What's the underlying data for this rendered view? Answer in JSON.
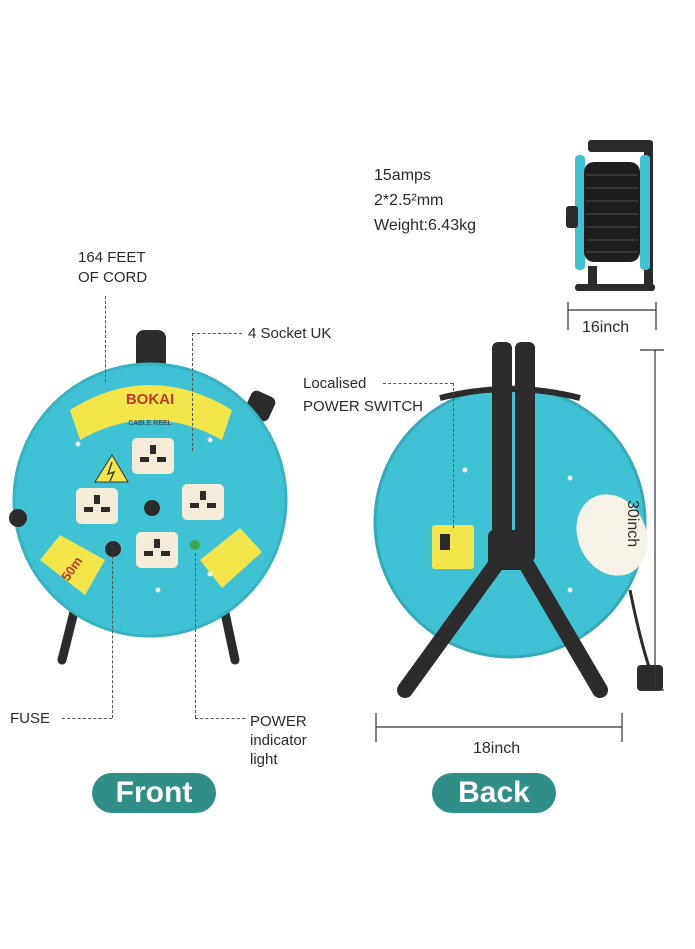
{
  "specs": {
    "amps": "15amps",
    "cable": "2*2.5²mm",
    "weight": "Weight:6.43kg"
  },
  "labels": {
    "cord_line1": "164 FEET",
    "cord_line2": "OF CORD",
    "sockets": "4 Socket UK",
    "switch_line1": "Localised",
    "switch_line2": "POWER SWITCH",
    "fuse": "FUSE",
    "power_line1": "POWER",
    "power_line2": "indicator",
    "power_line3": "light"
  },
  "dimensions": {
    "depth": "16inch",
    "height": "30inch",
    "width": "18inch"
  },
  "product": {
    "brand": "BOKAI",
    "subtitle": "CABLE REEL",
    "length_badge": "50m"
  },
  "views": {
    "front": "Front",
    "back": "Back"
  },
  "colors": {
    "reel_body": "#3fc3d4",
    "frame": "#2b2b2b",
    "label_yellow": "#f4e64a",
    "pill": "#2f8f86"
  }
}
